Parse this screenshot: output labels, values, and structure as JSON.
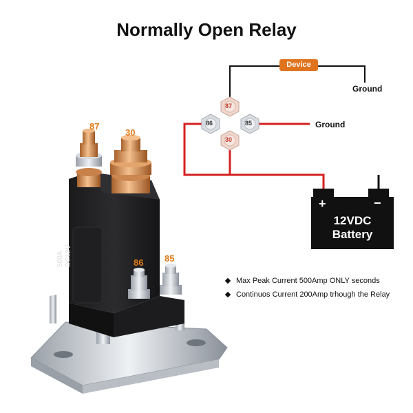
{
  "title": "Normally Open Relay",
  "relay": {
    "terminals": {
      "t87": "87",
      "t30": "30",
      "t86": "86",
      "t85": "85"
    },
    "body_label_line1": "500A",
    "body_label_line2": "DC12V"
  },
  "schematic": {
    "device_label": "Device",
    "ground_top": "Ground",
    "ground_middle": "Ground",
    "nuts": {
      "n87": "87",
      "n86": "86",
      "n85": "85",
      "n30": "30"
    }
  },
  "battery": {
    "plus": "+",
    "minus": "−",
    "line1": "12VDC",
    "line2": "Battery"
  },
  "notes": [
    "Max Peak Current 500Amp ONLY seconds",
    "Continuos Current 200Amp trhough the Relay"
  ],
  "colors": {
    "wire_red": "#d42020",
    "wire_black": "#111111",
    "terminal_label": "#e07b1a",
    "device_tag": "#e0731d",
    "battery_body": "#111111"
  }
}
